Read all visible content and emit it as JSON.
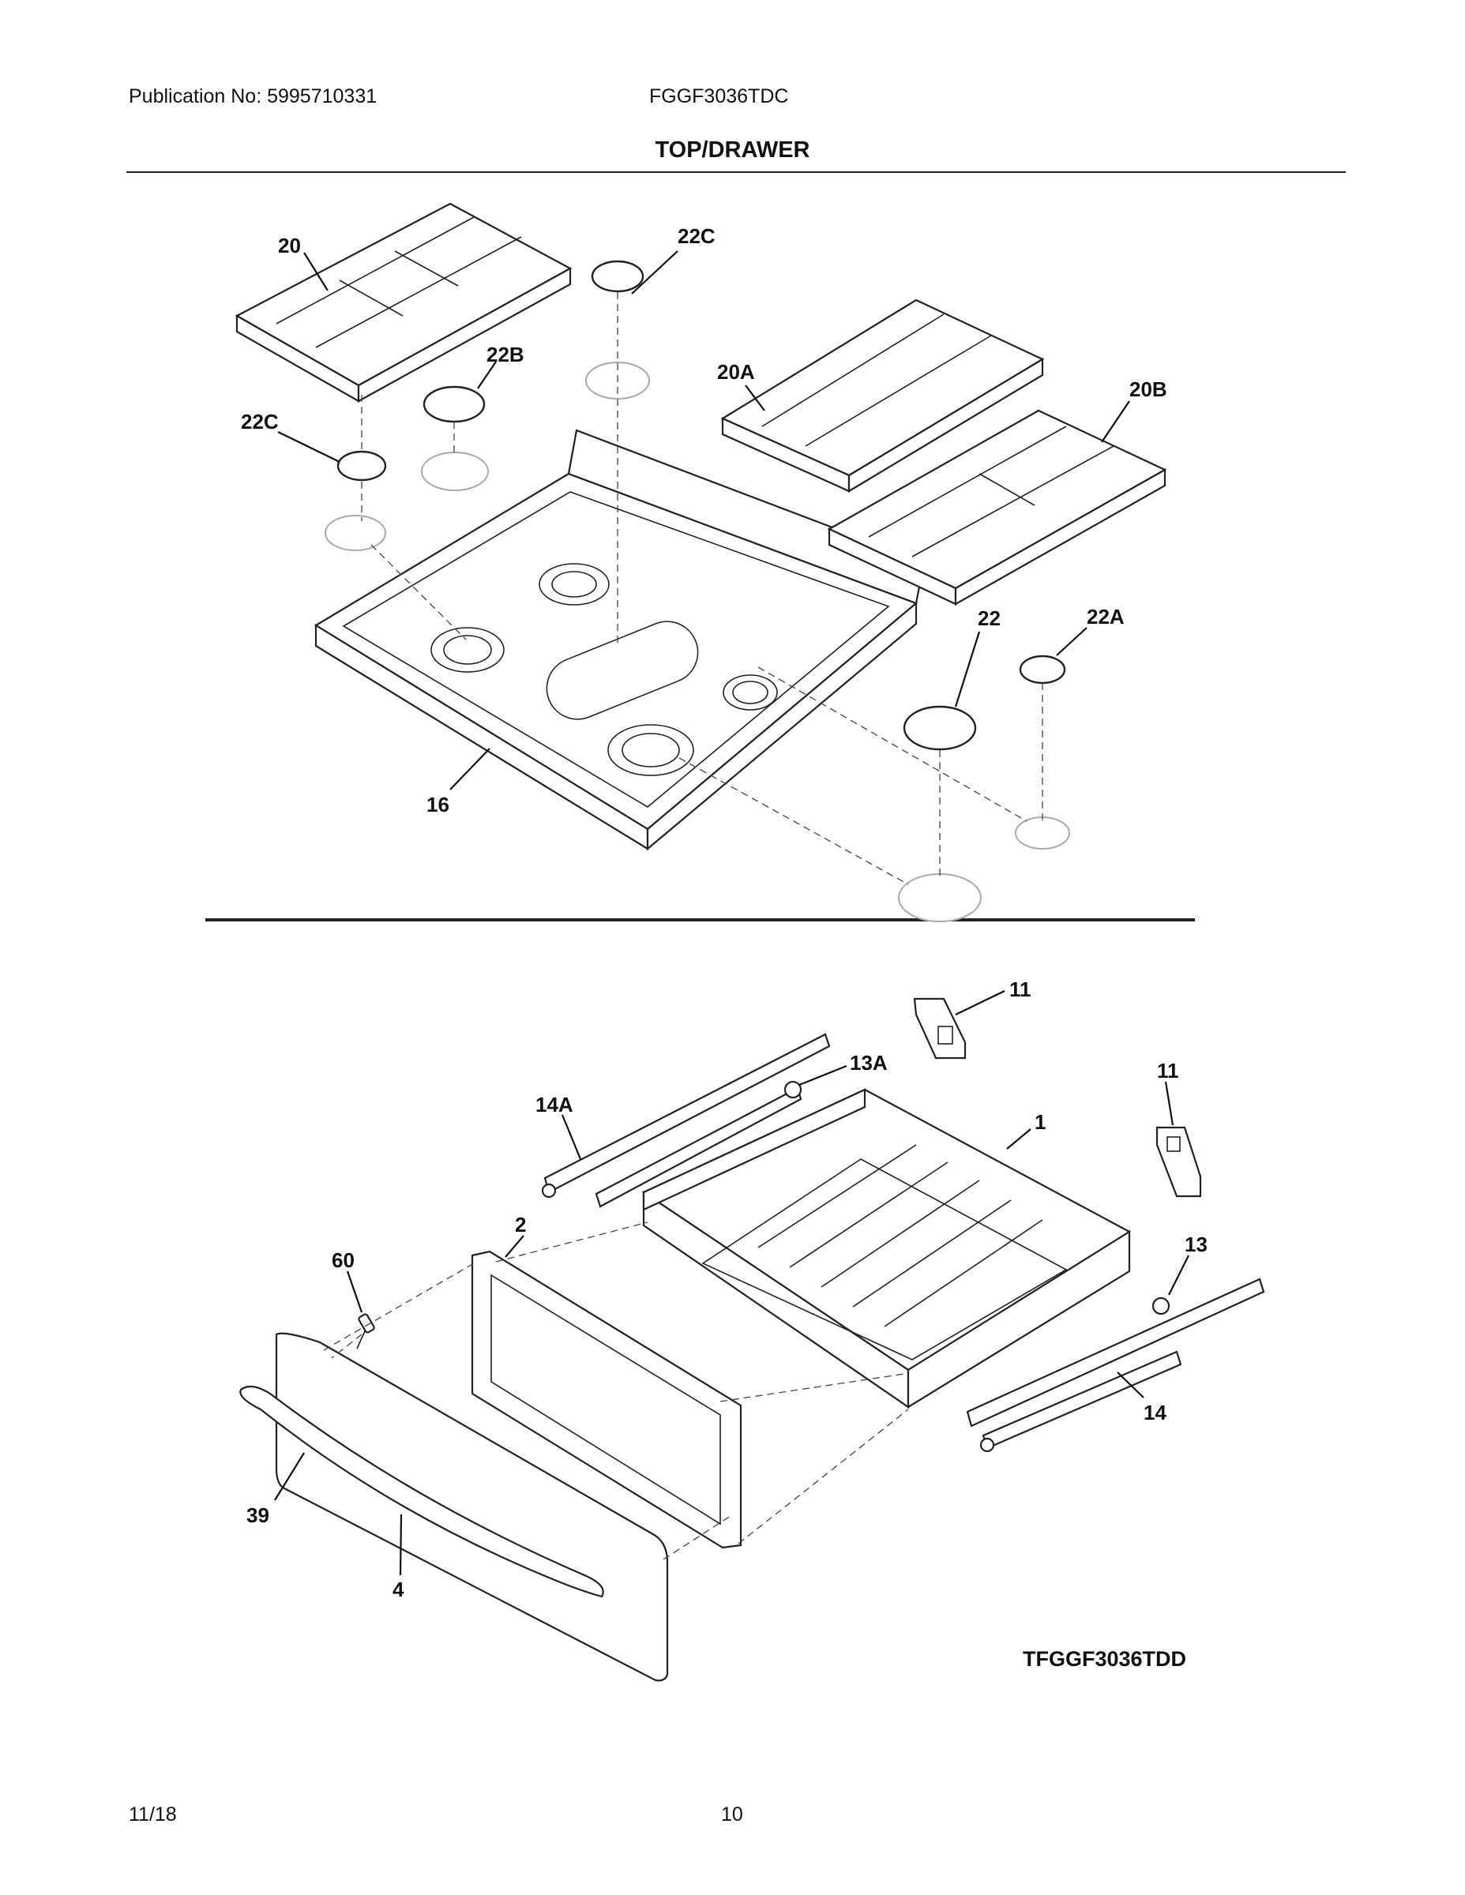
{
  "header": {
    "publication": "Publication No: 5995710331",
    "model": "FGGF3036TDC",
    "title": "TOP/DRAWER"
  },
  "footer": {
    "date": "11/18",
    "page": "10"
  },
  "diagram": {
    "drawing_code": "TFGGF3036TDD",
    "callouts": {
      "p20": "20",
      "p22c_top": "22C",
      "p22b": "22B",
      "p20a": "20A",
      "p20b": "20B",
      "p22c_left": "22C",
      "p22": "22",
      "p22a": "22A",
      "p16": "16",
      "p11_top": "11",
      "p13a": "13A",
      "p14a": "14A",
      "p11_right": "11",
      "p1": "1",
      "p2": "2",
      "p60": "60",
      "p13": "13",
      "p14": "14",
      "p39": "39",
      "p4": "4"
    }
  }
}
